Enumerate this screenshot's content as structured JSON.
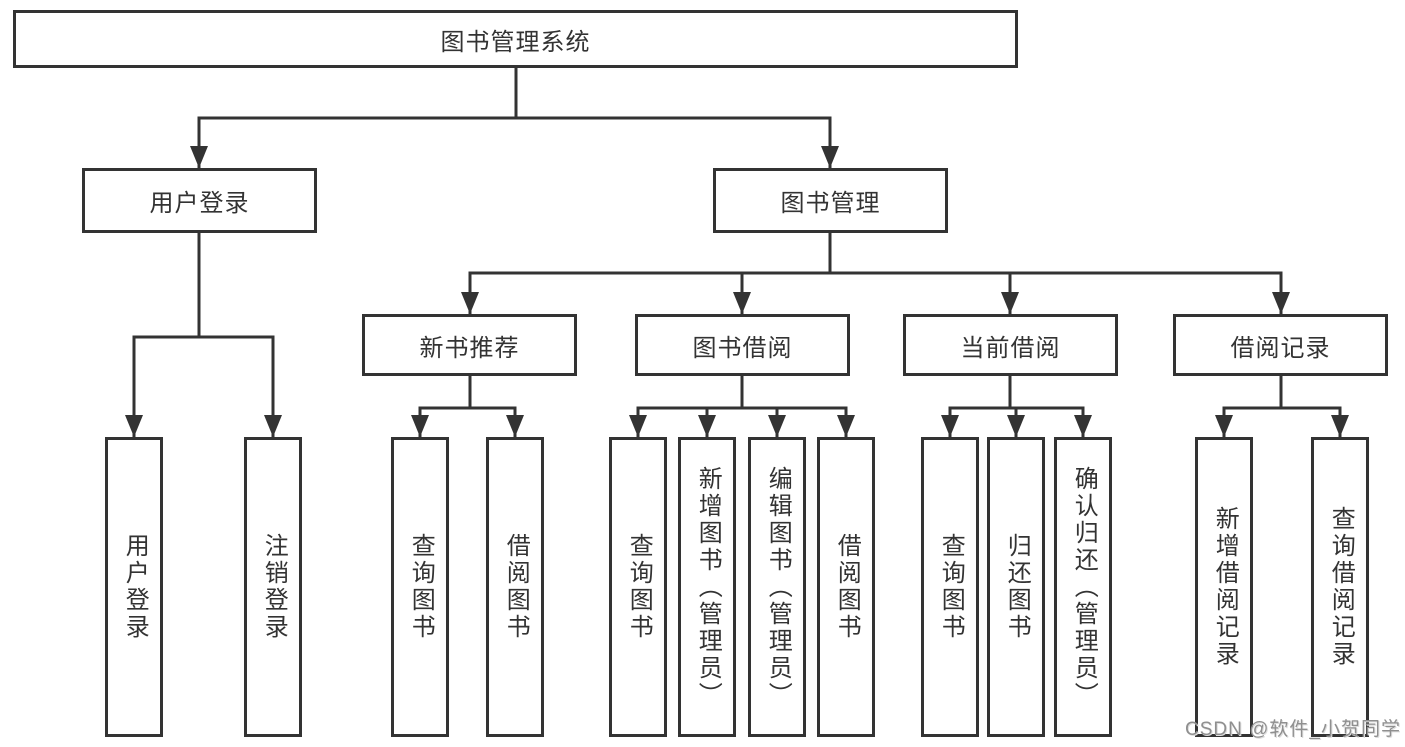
{
  "diagram_type": "hierarchy-tree",
  "tree": {
    "label": "图书管理系统",
    "children": [
      {
        "label": "用户登录",
        "children": [
          {
            "label": "用户登录"
          },
          {
            "label": "注销登录"
          }
        ]
      },
      {
        "label": "图书管理",
        "children": [
          {
            "label": "新书推荐",
            "children": [
              {
                "label": "查询图书"
              },
              {
                "label": "借阅图书"
              }
            ]
          },
          {
            "label": "图书借阅",
            "children": [
              {
                "label": "查询图书"
              },
              {
                "label": "新增图书（管理员）"
              },
              {
                "label": "编辑图书（管理员）"
              },
              {
                "label": "借阅图书"
              }
            ]
          },
          {
            "label": "当前借阅",
            "children": [
              {
                "label": "查询图书"
              },
              {
                "label": "归还图书"
              },
              {
                "label": "确认归还（管理员）"
              }
            ]
          },
          {
            "label": "借阅记录",
            "children": [
              {
                "label": "新增借阅记录"
              },
              {
                "label": "查询借阅记录"
              }
            ]
          }
        ]
      }
    ]
  },
  "watermark": {
    "text": "CSDN @软件_小贺同学"
  },
  "colors": {
    "line": "#333333",
    "box_border": "#333333",
    "text": "#333333",
    "watermark": "#8f8f8f",
    "background": "#ffffff"
  }
}
